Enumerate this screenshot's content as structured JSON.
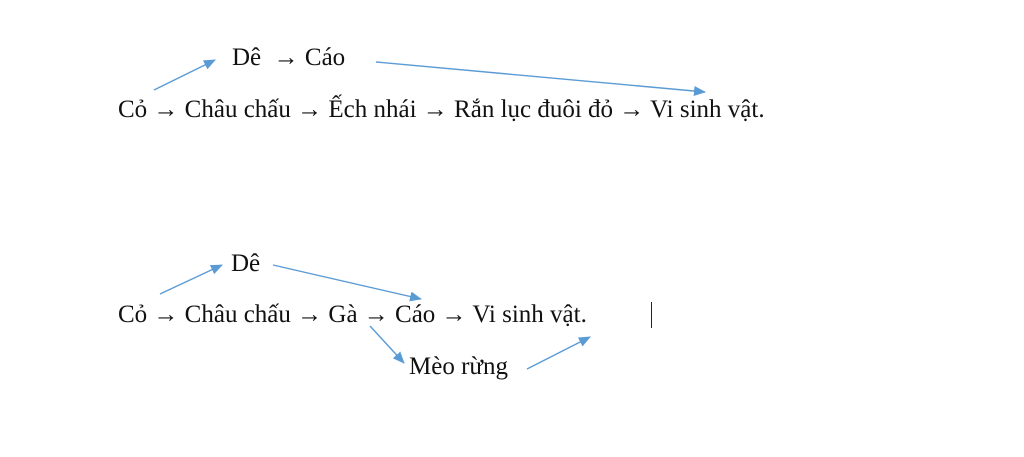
{
  "diagram1": {
    "upper": "Dê  → Cáo",
    "chain": "Cỏ → Châu chấu → Ếch nhái → Rắn lục đuôi đỏ → Vi sinh vật."
  },
  "diagram2": {
    "upper": "Dê",
    "chain": "Cỏ → Châu chấu → Gà → Cáo → Vi sinh vật.",
    "lower": "Mèo rừng"
  },
  "colors": {
    "arrow": "#5b9bd5",
    "text": "#111111"
  }
}
